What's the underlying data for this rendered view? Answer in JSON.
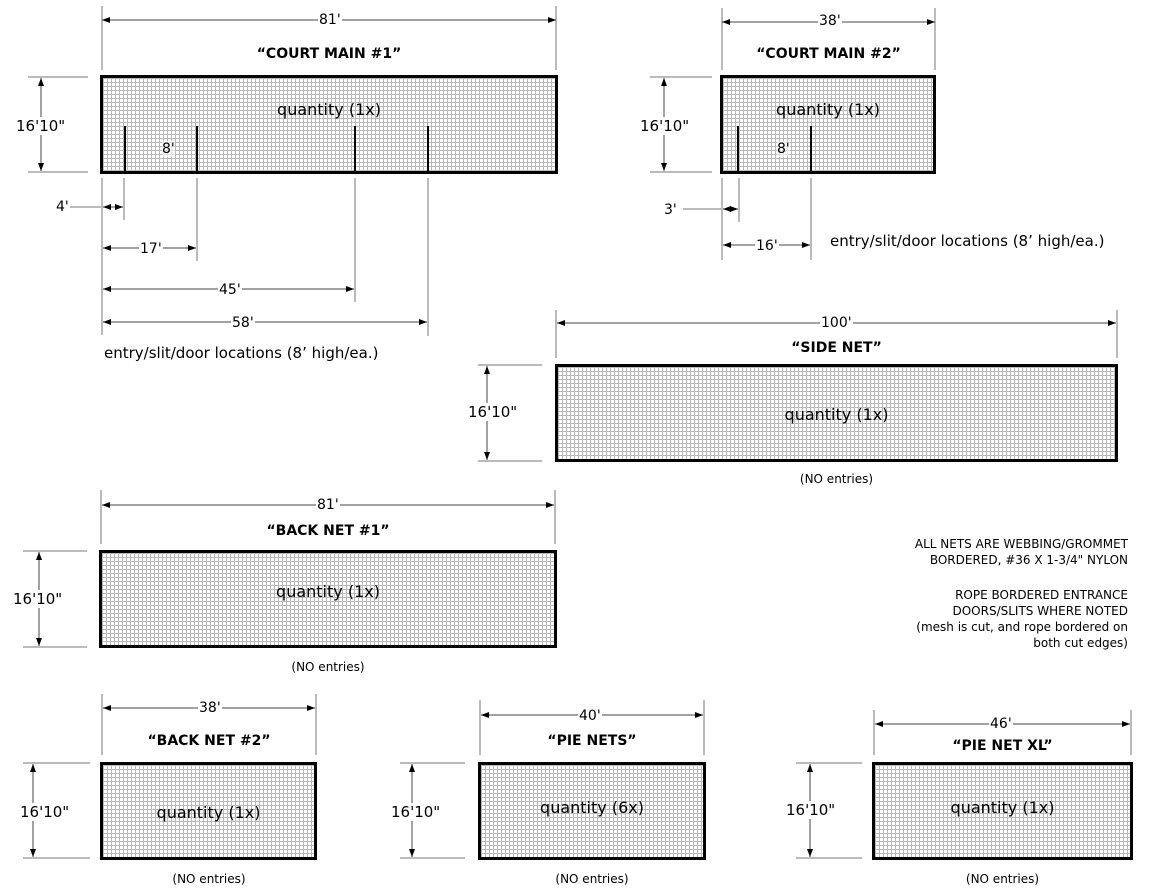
{
  "nets": [
    {
      "id": "court-main-1",
      "title": "“COURT MAIN #1”",
      "width": "81'",
      "height": "16'10\"",
      "quantity": "quantity (1x)",
      "slit_height": "8'",
      "slit_offsets": [
        "4'",
        "17'",
        "45'",
        "58'"
      ],
      "slits_note": "entry/slit/door locations (8’ high/ea.)"
    },
    {
      "id": "court-main-2",
      "title": "“COURT MAIN #2”",
      "width": "38'",
      "height": "16'10\"",
      "quantity": "quantity (1x)",
      "slit_height": "8'",
      "slit_offsets": [
        "3'",
        "16'"
      ],
      "slits_note": "entry/slit/door locations (8’ high/ea.)"
    },
    {
      "id": "side-net",
      "title": "“SIDE NET”",
      "width": "100'",
      "height": "16'10\"",
      "quantity": "quantity (1x)",
      "note": "(NO entries)"
    },
    {
      "id": "back-net-1",
      "title": "“BACK NET #1”",
      "width": "81'",
      "height": "16'10\"",
      "quantity": "quantity (1x)",
      "note": "(NO entries)"
    },
    {
      "id": "back-net-2",
      "title": "“BACK NET #2”",
      "width": "38'",
      "height": "16'10\"",
      "quantity": "quantity (1x)",
      "note": "(NO entries)"
    },
    {
      "id": "pie-nets",
      "title": "“PIE NETS”",
      "width": "40'",
      "height": "16'10\"",
      "quantity": "quantity (6x)",
      "note": "(NO entries)"
    },
    {
      "id": "pie-net-xl",
      "title": "“PIE NET XL”",
      "width": "46'",
      "height": "16'10\"",
      "quantity": "quantity (1x)",
      "note": "(NO entries)"
    }
  ],
  "legend": {
    "lines1": [
      "ALL NETS ARE WEBBING/GROMMET",
      "BORDERED, #36 X 1-3/4\" NYLON"
    ],
    "lines2": [
      "ROPE BORDERED ENTRANCE",
      "DOORS/SLITS WHERE NOTED",
      "(mesh is cut, and rope bordered on",
      "both cut edges)"
    ]
  }
}
